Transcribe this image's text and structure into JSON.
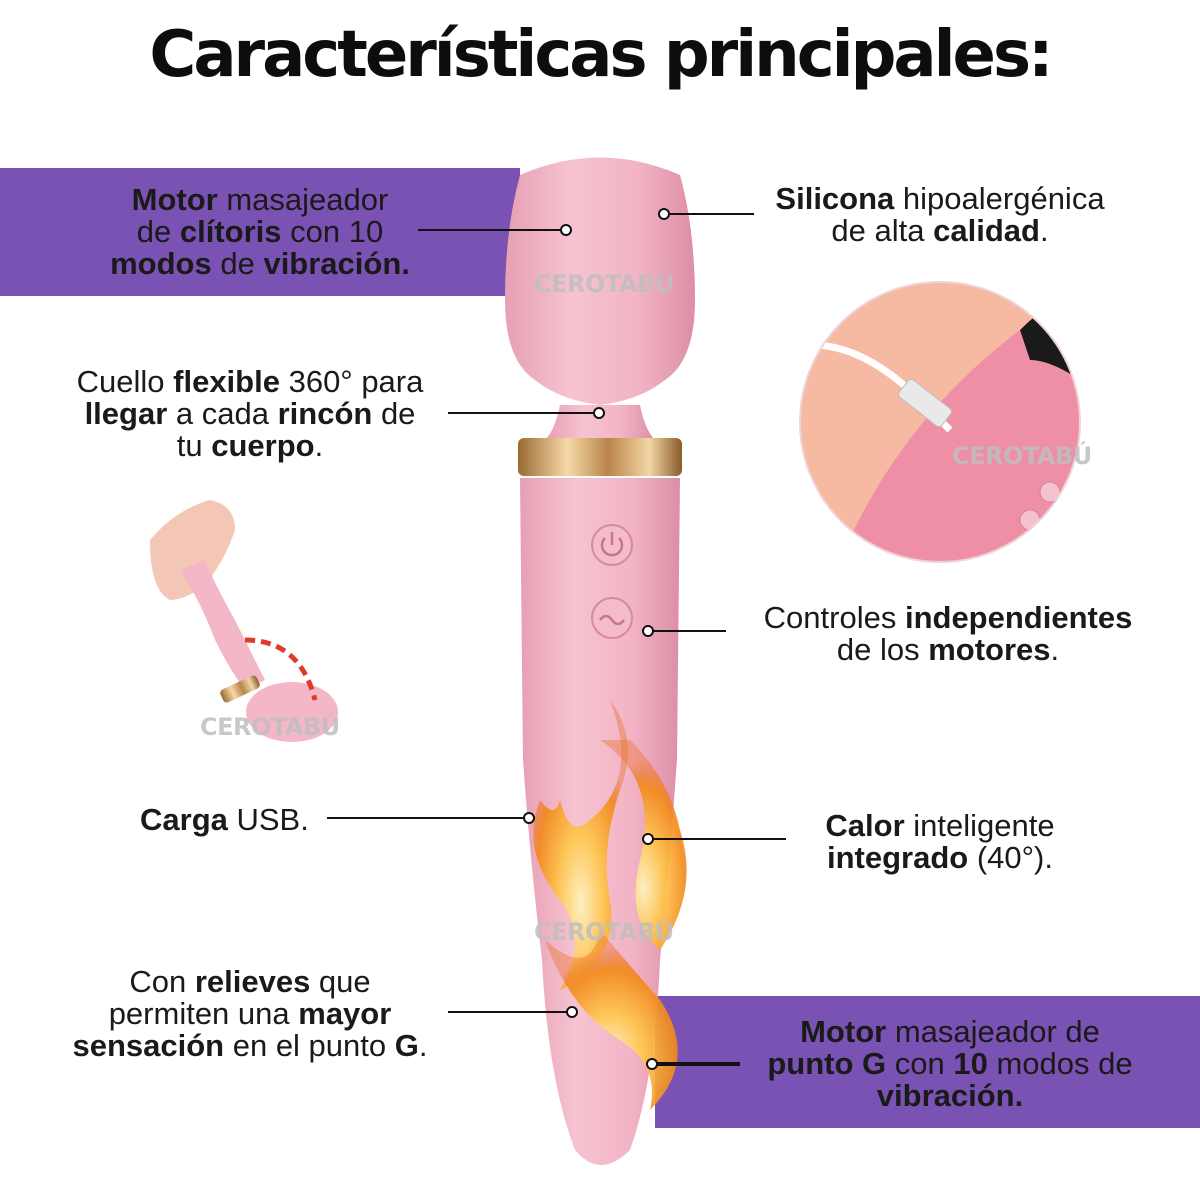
{
  "title": "Características principales:",
  "watermark": "CEROTABÚ",
  "colors": {
    "band": "#7a52b3",
    "product_pink": "#f3b7c7",
    "text": "#1a1a1a"
  },
  "features": {
    "clitoral_motor": {
      "b1": "Motor",
      "t1": " masajeador",
      "t2": "de ",
      "b2": "clítoris",
      "t3": " con 10",
      "b3": "modos",
      "t4": " de ",
      "b4": "vibración."
    },
    "silicone": {
      "b1": "Silicona",
      "t1": " hipoalergénica",
      "t2": "de alta ",
      "b2": "calidad",
      "t3": "."
    },
    "neck": {
      "t1": "Cuello ",
      "b1": "flexible",
      "t2": " 360° para",
      "b2": "llegar",
      "t3": " a cada ",
      "b3": "rincón",
      "t4": " de",
      "t5": "tu ",
      "b4": "cuerpo",
      "t6": "."
    },
    "controls": {
      "t1": "Controles ",
      "b1": "independientes",
      "t2": "de los ",
      "b2": "motores",
      "t3": "."
    },
    "usb": {
      "b1": "Carga",
      "t1": " USB."
    },
    "heat": {
      "b1": "Calor",
      "t1": " inteligente",
      "b2": "integrado",
      "t2": " (40°)."
    },
    "reliefs": {
      "t1": "Con ",
      "b1": "relieves",
      "t2": " que",
      "t3": "permiten una ",
      "b2": "mayor",
      "b3": "sensación",
      "t4": " en el punto ",
      "b4": "G",
      "t5": "."
    },
    "gspot_motor": {
      "b1": "Motor",
      "t1": " masajeador de",
      "b2": "punto G",
      "t2": " con ",
      "b3": "10",
      "t3": " modos de",
      "b4": "vibración."
    }
  },
  "icons": [
    "power-icon",
    "wave-icon",
    "flame-icon",
    "usb-cable-icon"
  ]
}
